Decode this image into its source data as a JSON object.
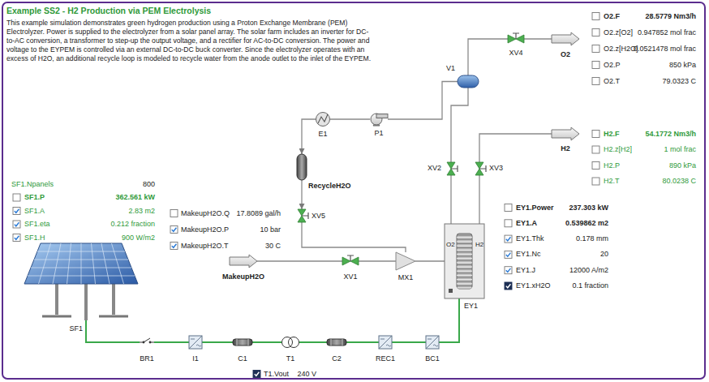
{
  "diagram": {
    "title": "Example SS2 - H2 Production via PEM Electrolysis",
    "nodes": [
      {
        "text": [
          "V1"
        ]
      },
      {
        "text": [
          "XV4"
        ]
      },
      {
        "text": [
          "O2"
        ]
      },
      {
        "text": [
          "E1"
        ]
      },
      {
        "text": [
          "P1"
        ]
      },
      {
        "text": [
          "H2"
        ]
      },
      {
        "text": [
          "RecycleH2O"
        ]
      },
      {
        "text": [
          "XV2"
        ]
      },
      {
        "text": [
          "XV3"
        ]
      },
      {
        "text": [
          "XV5"
        ]
      },
      {
        "text": [
          "MakeupH2O"
        ]
      },
      {
        "text": [
          "XV1"
        ]
      },
      {
        "text": [
          "MX1"
        ]
      },
      {
        "text": [
          "EY1",
          "O2",
          "H2"
        ]
      },
      {
        "text": [
          "SF1"
        ]
      },
      {
        "text": [
          "BR1"
        ]
      },
      {
        "text": [
          "I1"
        ]
      },
      {
        "text": [
          "C1"
        ]
      },
      {
        "text": [
          "T1"
        ]
      },
      {
        "text": [
          "C2"
        ]
      },
      {
        "text": [
          "REC1"
        ]
      },
      {
        "text": [
          "BC1"
        ]
      }
    ],
    "edges": [
      {
        "from": 0,
        "to": 1,
        "arrow": "none"
      },
      {
        "from": 1,
        "to": 2,
        "arrow": "none"
      },
      {
        "from": 7,
        "to": 0,
        "arrow": "none"
      },
      {
        "from": 0,
        "to": 4,
        "arrow": "none"
      },
      {
        "from": 4,
        "to": 3,
        "arrow": "none"
      },
      {
        "from": 3,
        "to": 6,
        "arrow": "to"
      },
      {
        "from": 6,
        "to": 9,
        "arrow": "to"
      },
      {
        "from": 9,
        "to": 12,
        "arrow": "none"
      },
      {
        "from": 10,
        "to": 11,
        "arrow": "none"
      },
      {
        "from": 11,
        "to": 12,
        "arrow": "none"
      },
      {
        "from": 12,
        "to": 13,
        "arrow": "none"
      },
      {
        "from": 13,
        "to": 7,
        "arrow": "none"
      },
      {
        "from": 13,
        "to": 8,
        "arrow": "none"
      },
      {
        "from": 8,
        "to": 5,
        "arrow": "none"
      },
      {
        "from": 14,
        "to": 15,
        "arrow": "none"
      },
      {
        "from": 15,
        "to": 16,
        "arrow": "none"
      },
      {
        "from": 16,
        "to": 17,
        "arrow": "none"
      },
      {
        "from": 17,
        "to": 18,
        "arrow": "none"
      },
      {
        "from": 18,
        "to": 19,
        "arrow": "none"
      },
      {
        "from": 19,
        "to": 20,
        "arrow": "none"
      },
      {
        "from": 20,
        "to": 21,
        "arrow": "none"
      },
      {
        "from": 21,
        "to": 13,
        "arrow": "none"
      }
    ],
    "labels": [
      "This example simulation demonstrates green hydrogen production using a Proton Exchange Membrane (PEM) Electrolyzer. Power is supplied to the electrolyzer from a solar panel array. The solar farm includes an inverter for DC-to-AC conversion, a transformer to step-up the output voltage, and a rectifier for AC-to-DC conversion. The power and voltage to the EYPEM is controlled via an external DC-to-DC buck converter. Since the electrolyzer operates with an excess of H2O, an additional recycle loop is modeled to recycle water from the anode outlet to the inlet of the EYPEM.",
      "O2.F",
      "28.5779 Nm3/h",
      "O2.z[O2]",
      "0.947852 mol frac",
      "O2.z[H2O]",
      "0.0521478 mol frac",
      "O2.P",
      "850 kPa",
      "O2.T",
      "79.0323 C",
      "H2.F",
      "54.1772 Nm3/h",
      "H2.z[H2]",
      "1 mol frac",
      "H2.P",
      "890 kPa",
      "H2.T",
      "80.0238 C",
      "SF1.Npanels",
      "800",
      "SF1.P",
      "362.561 kW",
      "SF1.A",
      "2.83 m2",
      "SF1.eta",
      "0.212 fraction",
      "SF1.H",
      "900 W/m2",
      "MakeupH2O.Q",
      "17.8089 gal/h",
      "MakeupH2O.P",
      "10 bar",
      "MakeupH2O.T",
      "30 C",
      "EY1.Power",
      "237.303 kW",
      "EY1.A",
      "0.539862 m2",
      "EY1.Thk",
      "0.178 mm",
      "EY1.Nc",
      "20",
      "EY1.J",
      "12000 A/m2",
      "EY1.xH2O",
      "0.1 fraction",
      "T1.Vout",
      "240 V"
    ]
  }
}
